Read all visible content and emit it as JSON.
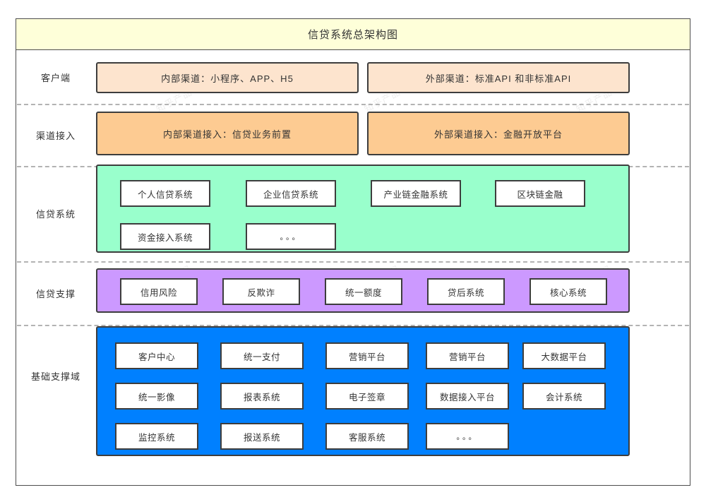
{
  "diagram": {
    "title": "信贷系统总架构图",
    "watermark": "知乎产品",
    "colors": {
      "title_band": "#feffd9",
      "client": "#fde4ce",
      "channel": "#fdcb92",
      "credit": "#99ffcc",
      "support": "#cc99ff",
      "base": "#0080ff",
      "border": "#3d3d3d",
      "separator": "#b3b3b3"
    },
    "rows": [
      {
        "id": "client",
        "label": "客户端",
        "style": "peach",
        "bands": [
          {
            "text": "内部渠道：小程序、APP、H5"
          },
          {
            "text": "外部渠道：标准API 和非标准API"
          }
        ]
      },
      {
        "id": "channel-access",
        "label": "渠道接入",
        "style": "orange",
        "bands": [
          {
            "text": "内部渠道接入：信贷业务前置"
          },
          {
            "text": "外部渠道接入：金融开放平台"
          }
        ]
      },
      {
        "id": "credit-system",
        "label": "信贷系统",
        "style": "green",
        "nodes": [
          "个人信贷系统",
          "企业信贷系统",
          "产业链金融系统",
          "区块链金融",
          "资金接入系统",
          "。。。"
        ]
      },
      {
        "id": "credit-support",
        "label": "信贷支撑",
        "style": "purple",
        "nodes": [
          "信用风险",
          "反欺诈",
          "统一额度",
          "贷后系统",
          "核心系统"
        ]
      },
      {
        "id": "base-support",
        "label": "基础支撑域",
        "style": "blue",
        "nodes": [
          "客户中心",
          "统一支付",
          "营销平台",
          "营销平台",
          "大数据平台",
          "统一影像",
          "报表系统",
          "电子签章",
          "数据接入平台",
          "会计系统",
          "监控系统",
          "报送系统",
          "客服系统",
          "。。。"
        ]
      }
    ]
  }
}
